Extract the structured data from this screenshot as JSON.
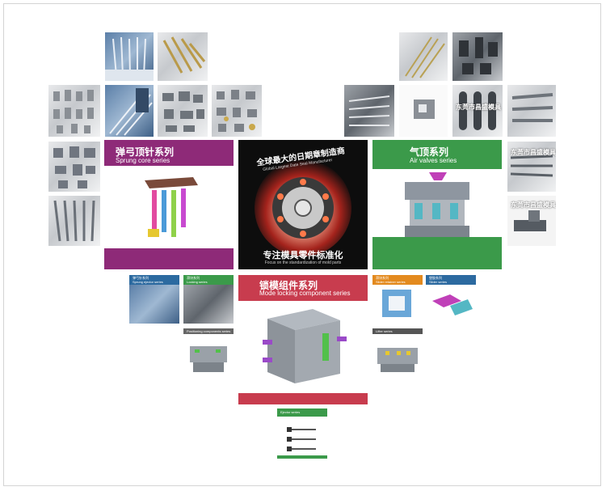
{
  "brand_colors": {
    "purple": "#8e2a78",
    "green": "#3b9a4a",
    "red": "#c83c4e",
    "orange": "#e38a1e",
    "blue": "#2c6aa0",
    "gray": "#555555"
  },
  "center_poster": {
    "arc_title": "全球最大的日期章制造商",
    "arc_subtitle": "Global Largest Date Seal Manufacturer",
    "title_zh": "专注模具零件标准化",
    "title_en": "Focus on the standardization of mold parts"
  },
  "categories": {
    "sprung": {
      "zh": "弹弓顶针系列",
      "en": "Sprung core series"
    },
    "air": {
      "zh": "气顶系列",
      "en": "Air valves series"
    },
    "locking": {
      "zh": "锁模组件系列",
      "en": "Mode locking component series"
    }
  },
  "photo_stamp": "东莞市昌盛模具",
  "mini_cards": {
    "m1": {
      "zh": "弹弓针系列",
      "en": "Sprung ejector series"
    },
    "m2": {
      "zh": "滑块系列",
      "en": "Locking series"
    },
    "m2b": {
      "en": "Positioning components series"
    },
    "m3": {
      "zh": "滑块系列",
      "en": "Slider retainer series"
    },
    "m4": {
      "zh": "塑胶系列",
      "en": "Slider series"
    },
    "m4b": {
      "en": "Lifter series"
    },
    "m5": {
      "en": "Ejector series"
    }
  }
}
